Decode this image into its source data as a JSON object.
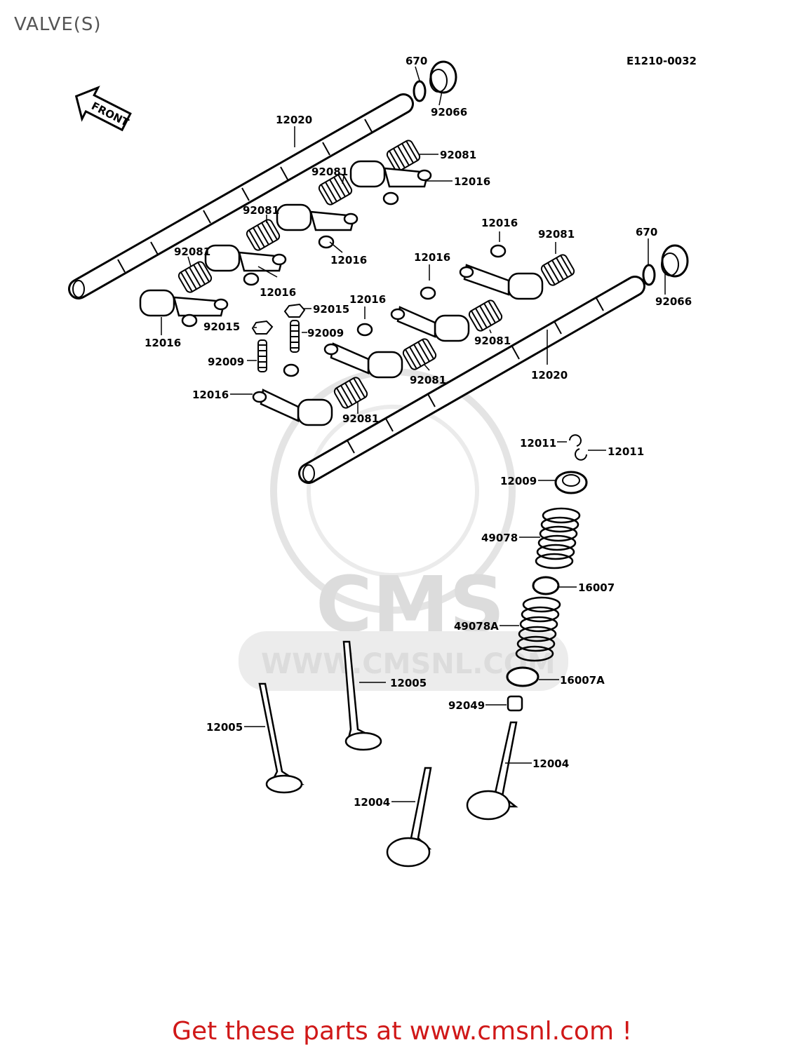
{
  "page": {
    "title": "VALVE(S)"
  },
  "diagram": {
    "ref_code": "E1210-0032",
    "front_label": "FRONT",
    "watermark_logo": "CMS",
    "watermark_url": "WWW.CMSNL.COM",
    "part_labels": [
      "670",
      "92066",
      "12020",
      "92081",
      "12016",
      "92015",
      "92009",
      "12011",
      "12009",
      "49078",
      "16007",
      "49078A",
      "16007A",
      "92049",
      "12005",
      "12004"
    ]
  },
  "footer": {
    "banner": "Get these parts at www.cmsnl.com !"
  }
}
